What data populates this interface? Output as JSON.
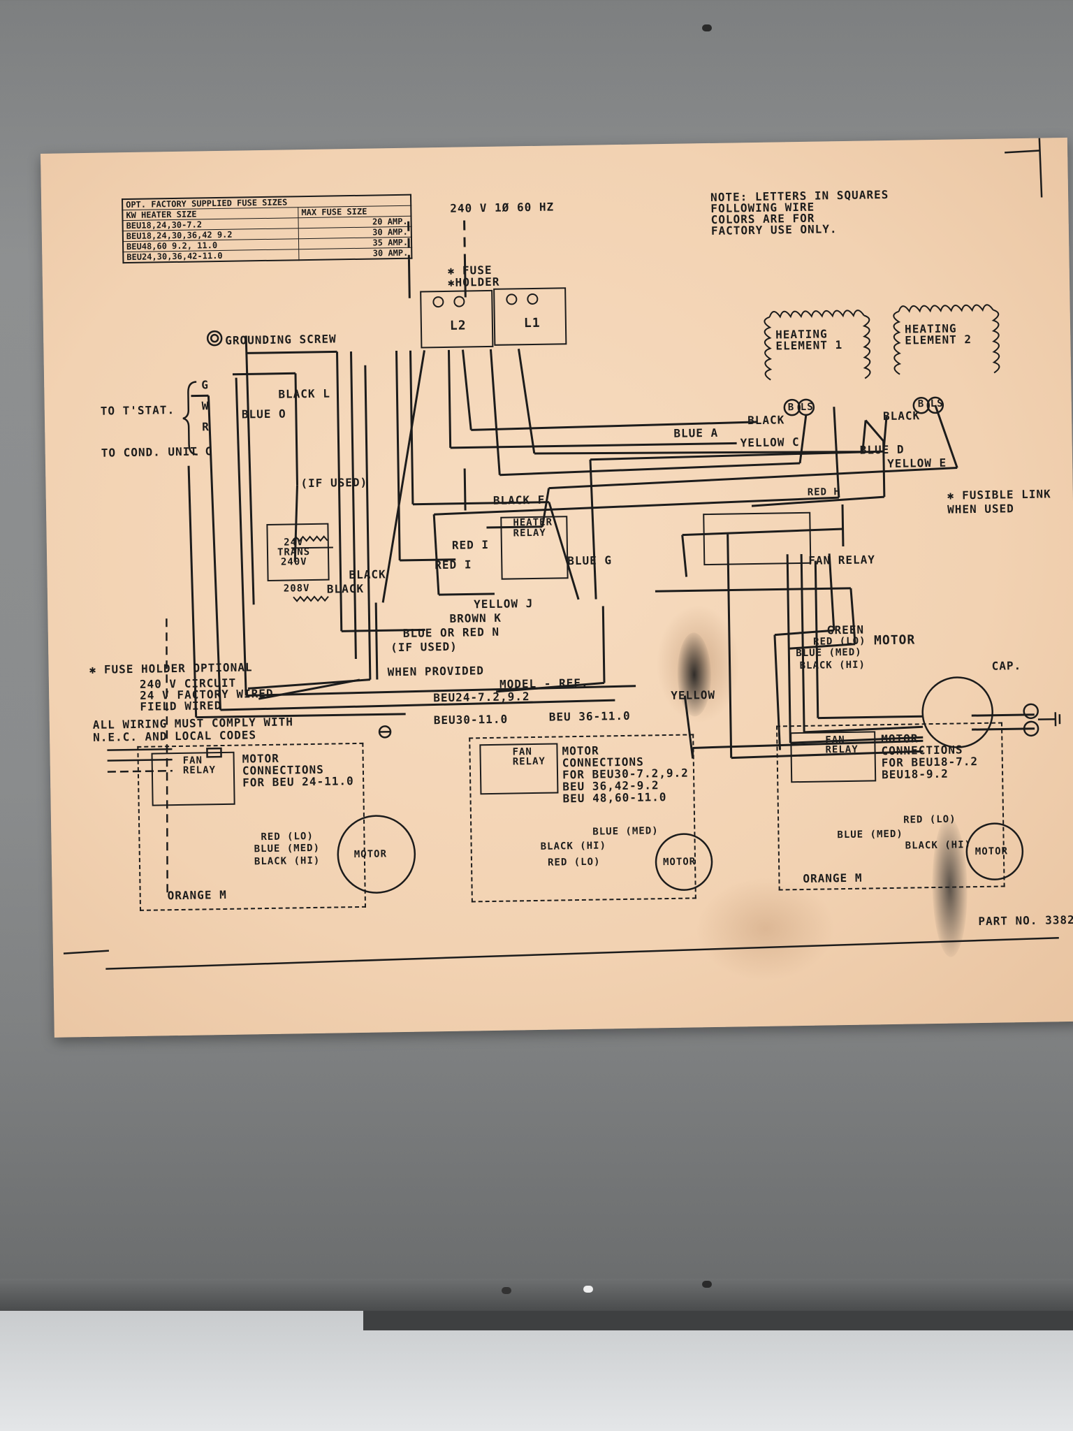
{
  "fuse_table": {
    "header": "OPT. FACTORY SUPPLIED FUSE SIZES",
    "columns": [
      "KW HEATER SIZE",
      "MAX FUSE SIZE"
    ],
    "rows": [
      [
        "BEU18,24,30-7.2",
        "20 AMP."
      ],
      [
        "BEU18,24,30,36,42 9.2",
        "30 AMP."
      ],
      [
        "BEU48,60 9.2, 11.0",
        "35 AMP."
      ],
      [
        "BEU24,30,36,42-11.0",
        "30 AMP."
      ]
    ]
  },
  "power": {
    "supply": "240 V 1Ø 60 HZ",
    "fuse_holder": "✱ FUSE\n✱HOLDER",
    "l2": "L2",
    "l1": "L1"
  },
  "note": "NOTE: LETTERS IN SQUARES\nFOLLOWING WIRE\nCOLORS ARE FOR\nFACTORY USE ONLY.",
  "grounding": "GROUNDING SCREW",
  "tstat": {
    "label": "TO T'STAT.",
    "g": "G",
    "w": "W",
    "r": "R",
    "cond": "TO COND. UNIT C"
  },
  "wires": {
    "black_l": "BLACK",
    "black_l_code": "L",
    "blue_o": "BLUE",
    "blue_o_code": "O",
    "if_used": "(IF USED)",
    "blue_a": "BLUE",
    "blue_a_code": "A",
    "black_b": "BLACK",
    "yellow_c": "YELLOW",
    "yellow_c_code": "C",
    "black_2": "BLACK",
    "blue_d": "BLUE",
    "blue_d_code": "D",
    "yellow_e": "YELLOW",
    "yellow_e_code": "E",
    "black_f": "BLACK",
    "black_f_code": "F",
    "red_h": "RED",
    "red_h_code": "H",
    "red_i1": "RED",
    "red_i1_code": "I",
    "red_i2": "RED",
    "red_i2_code": "I",
    "blue_g": "BLUE",
    "blue_g_code": "G",
    "black_t1": "BLACK",
    "black_t2": "BLACK",
    "yellow_j": "YELLOW",
    "yellow_j_code": "J",
    "brown_k": "BROWN",
    "brown_k_code": "K",
    "blue_red_n": "BLUE OR RED",
    "blue_red_n_code": "N",
    "if_used2": "(IF USED)",
    "when_provided": "WHEN PROVIDED",
    "yellow_bottom": "YELLOW",
    "green": "GREEN",
    "red_lo": "RED (LO)",
    "blue_med": "BLUE (MED)",
    "black_hi": "BLACK (HI)"
  },
  "heating": {
    "e1": "HEATING\nELEMENT 1",
    "e2": "HEATING\nELEMENT 2",
    "ls": "LS",
    "b": "B"
  },
  "heater_relay": "HEATER\nRELAY",
  "trans": {
    "label": "24V\nTRANS\n240V",
    "tap": "208V"
  },
  "fan_relay": "FAN RELAY",
  "motor": "MOTOR",
  "cap": "CAP.",
  "fusible": "✱ FUSIBLE LINK\nWHEN USED",
  "legend": {
    "fuse_opt": "✱ FUSE HOLDER OPTIONAL",
    "l240": "240 V CIRCUIT",
    "l24": "24 V FACTORY WIRED",
    "field": "FIELD WIRED",
    "comply": "ALL WIRING MUST COMPLY WITH\nN.E.C. AND LOCAL CODES"
  },
  "model": {
    "title": "MODEL - REF.",
    "m1": "BEU24-7.2,9.2",
    "m2": "BEU30-11.0",
    "m3": "BEU 36-11.0"
  },
  "insets": [
    {
      "fan_relay": "FAN\nRELAY",
      "title": "MOTOR\nCONNECTIONS\nFOR BEU 24-11.0",
      "red": "RED (LO)",
      "blue": "BLUE (MED)",
      "black": "BLACK (HI)",
      "orange": "ORANGE",
      "orange_code": "M",
      "motor": "MOTOR"
    },
    {
      "fan_relay": "FAN\nRELAY",
      "title": "MOTOR\nCONNECTIONS\nFOR BEU30-7.2,9.2\nBEU 36,42-9.2\nBEU 48,60-11.0",
      "blue": "BLUE (MED)",
      "black": "BLACK (HI)",
      "red": "RED (LO)",
      "motor": "MOTOR"
    },
    {
      "fan_relay": "FAN\nRELAY",
      "title": "MOTOR\nCONNECTIONS\nFOR BEU18-7.2\nBEU18-9.2",
      "red": "RED (LO)",
      "blue": "BLUE (MED)",
      "black": "BLACK (HI)",
      "orange": "ORANGE",
      "orange_code": "M",
      "motor": "MOTOR"
    }
  ],
  "part_no": "PART NO. 3382"
}
